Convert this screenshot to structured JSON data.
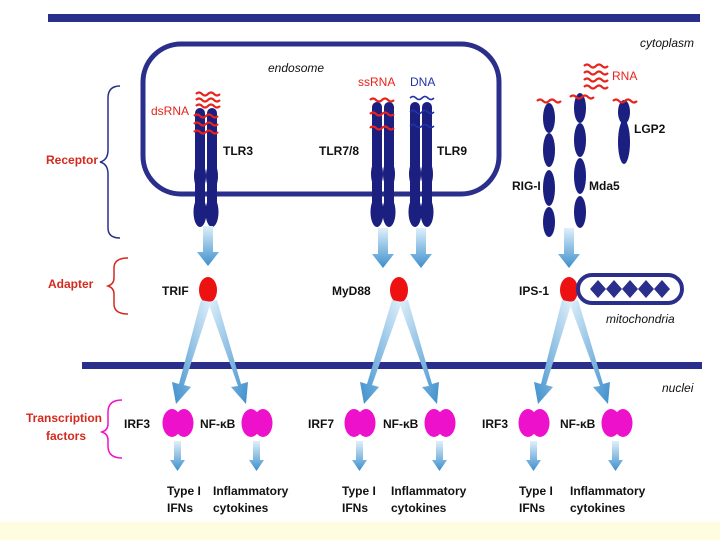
{
  "regions": {
    "cytoplasm": "cytoplasm",
    "endosome": "endosome",
    "mitochondria": "mitochondria",
    "nuclei": "nuclei"
  },
  "row_labels": {
    "receptor": "Receptor",
    "adapter": "Adapter",
    "transcription_line1": "Transcription",
    "transcription_line2": "factors"
  },
  "ligands": {
    "dsrna": "dsRNA",
    "ssrna": "ssRNA",
    "dna": "DNA",
    "rna": "RNA"
  },
  "receptors": {
    "tlr3": "TLR3",
    "tlr78": "TLR7/8",
    "tlr9": "TLR9",
    "rigi": "RIG-I",
    "mda5": "Mda5",
    "lgp2": "LGP2"
  },
  "adapters": {
    "trif": "TRIF",
    "myd88": "MyD88",
    "ips1": "IPS-1"
  },
  "factors": {
    "p1_left": "IRF3",
    "p1_right": "NF-κB",
    "p2_left": "IRF7",
    "p2_right": "NF-κB",
    "p3_left": "IRF3",
    "p3_right": "NF-κB"
  },
  "outputs": {
    "ifn_line1": "Type I",
    "ifn_line2": "IFNs",
    "cyto_line1": "Inflammatory",
    "cyto_line2": "cytokines"
  },
  "colors": {
    "membrane": "#2b2f8c",
    "receptor": "#1a1f80",
    "ligand_red": "#e8231b",
    "ligand_blue": "#2233aa",
    "label_red": "#d42a1e",
    "adapter": "#ee1111",
    "factor": "#ee11cc",
    "arrow": "#3d8fcc",
    "footer": "#fffde0"
  }
}
